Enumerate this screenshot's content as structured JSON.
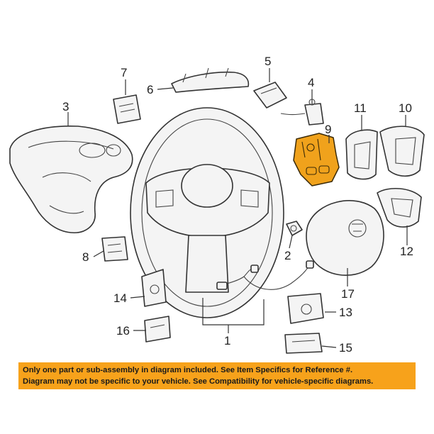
{
  "diagram": {
    "callouts": {
      "c1": "1",
      "c2": "2",
      "c3": "3",
      "c4": "4",
      "c5": "5",
      "c6": "6",
      "c7": "7",
      "c8": "8",
      "c9": "9",
      "c10": "10",
      "c11": "11",
      "c12": "12",
      "c13": "13",
      "c14": "14",
      "c15": "15",
      "c16": "16",
      "c17": "17"
    },
    "highlighted_part": "9",
    "colors": {
      "highlight": "#f0a21c",
      "banner": "#f7a21b",
      "line": "#333333"
    }
  },
  "disclaimer": {
    "line1": "Only one part or sub-assembly in diagram included. See Item Specifics for Reference #.",
    "line2": "Diagram may not be specific to your vehicle. See Compatibility for vehicle-specific diagrams."
  }
}
